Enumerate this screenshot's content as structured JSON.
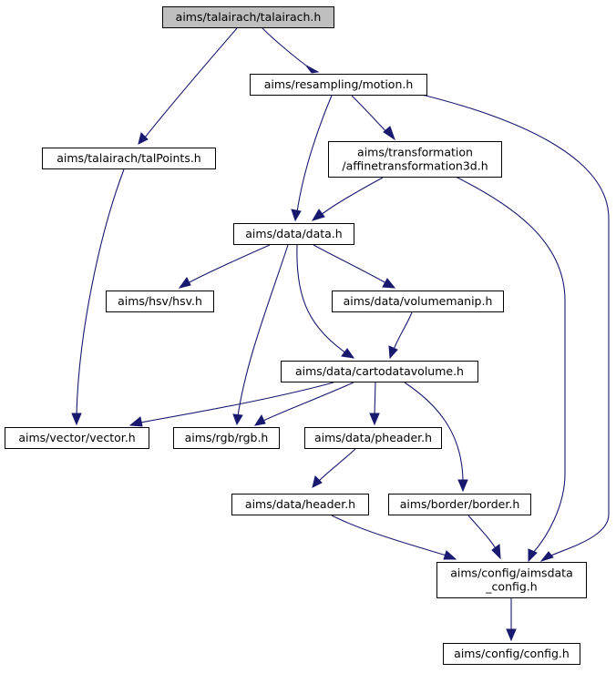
{
  "colors": {
    "edge": "#191970",
    "node_fill": "#ffffff",
    "root_fill": "#bfbfbf",
    "border": "#000000"
  },
  "nodes": [
    {
      "id": "talairach",
      "lines": [
        "aims/talairach/talairach.h"
      ],
      "root": true
    },
    {
      "id": "motion",
      "lines": [
        "aims/resampling/motion.h"
      ]
    },
    {
      "id": "talpoints",
      "lines": [
        "aims/talairach/talPoints.h"
      ]
    },
    {
      "id": "affine",
      "lines": [
        "aims/transformation",
        "/affinetransformation3d.h"
      ]
    },
    {
      "id": "data",
      "lines": [
        "aims/data/data.h"
      ]
    },
    {
      "id": "hsv",
      "lines": [
        "aims/hsv/hsv.h"
      ]
    },
    {
      "id": "volumemanip",
      "lines": [
        "aims/data/volumemanip.h"
      ]
    },
    {
      "id": "cartodatavolume",
      "lines": [
        "aims/data/cartodatavolume.h"
      ]
    },
    {
      "id": "vector",
      "lines": [
        "aims/vector/vector.h"
      ]
    },
    {
      "id": "rgb",
      "lines": [
        "aims/rgb/rgb.h"
      ]
    },
    {
      "id": "pheader",
      "lines": [
        "aims/data/pheader.h"
      ]
    },
    {
      "id": "header",
      "lines": [
        "aims/data/header.h"
      ]
    },
    {
      "id": "border",
      "lines": [
        "aims/border/border.h"
      ]
    },
    {
      "id": "aimsdata_config",
      "lines": [
        "aims/config/aimsdata",
        "_config.h"
      ]
    },
    {
      "id": "config",
      "lines": [
        "aims/config/config.h"
      ]
    }
  ],
  "edges": [
    {
      "from": "talairach",
      "to": "motion"
    },
    {
      "from": "talairach",
      "to": "talpoints"
    },
    {
      "from": "motion",
      "to": "affine"
    },
    {
      "from": "motion",
      "to": "data"
    },
    {
      "from": "motion",
      "to": "aimsdata_config"
    },
    {
      "from": "talpoints",
      "to": "vector"
    },
    {
      "from": "affine",
      "to": "data"
    },
    {
      "from": "affine",
      "to": "aimsdata_config"
    },
    {
      "from": "data",
      "to": "hsv"
    },
    {
      "from": "data",
      "to": "volumemanip"
    },
    {
      "from": "data",
      "to": "cartodatavolume"
    },
    {
      "from": "data",
      "to": "rgb"
    },
    {
      "from": "volumemanip",
      "to": "cartodatavolume"
    },
    {
      "from": "cartodatavolume",
      "to": "vector"
    },
    {
      "from": "cartodatavolume",
      "to": "rgb"
    },
    {
      "from": "cartodatavolume",
      "to": "pheader"
    },
    {
      "from": "cartodatavolume",
      "to": "border"
    },
    {
      "from": "pheader",
      "to": "header"
    },
    {
      "from": "header",
      "to": "aimsdata_config"
    },
    {
      "from": "border",
      "to": "aimsdata_config"
    },
    {
      "from": "aimsdata_config",
      "to": "config"
    }
  ]
}
